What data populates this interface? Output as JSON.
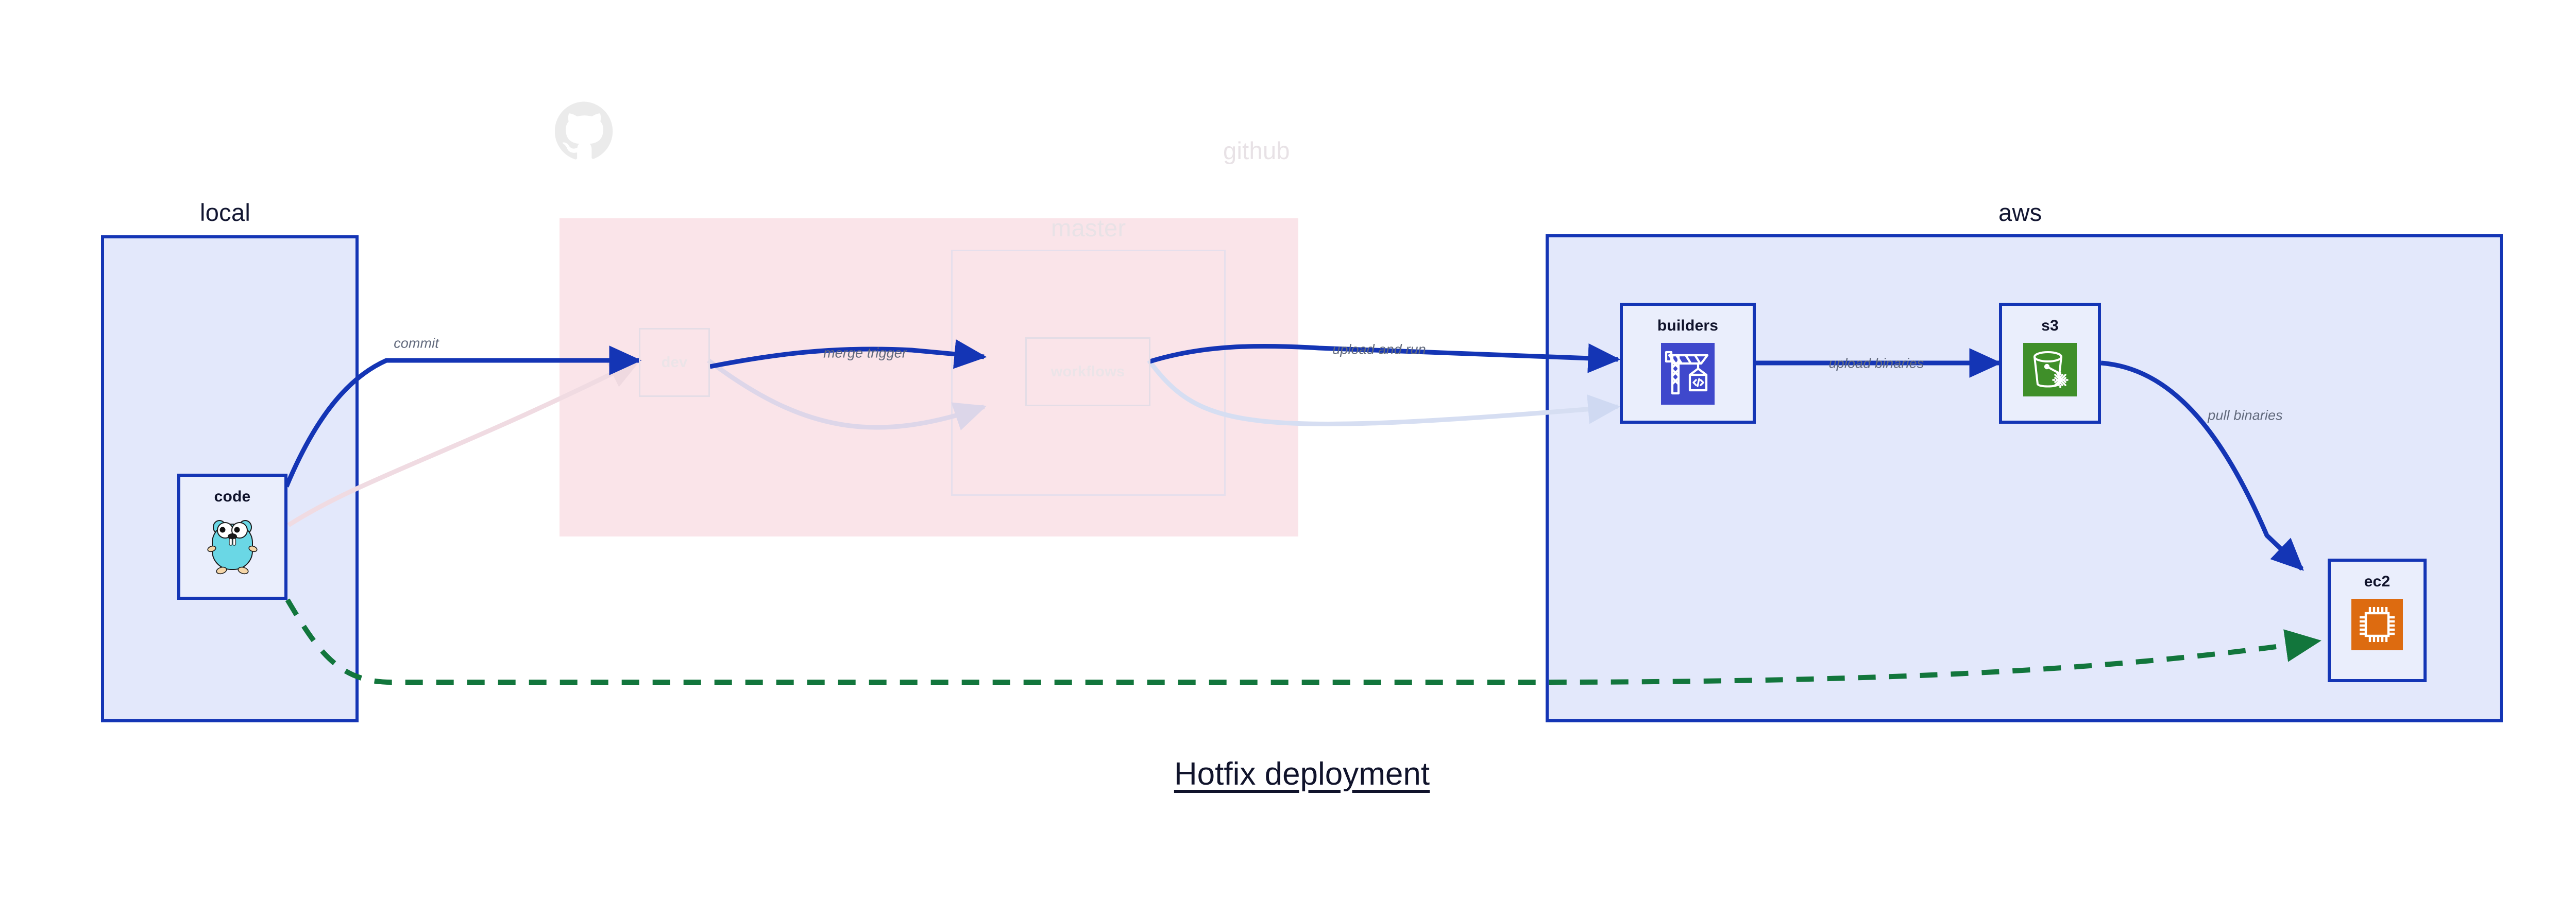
{
  "title": "Hotfix deployment",
  "colors": {
    "cluster_blue_fill": "#e3e8fb",
    "cluster_blue_border": "#1435b5",
    "cluster_pink_fill": "#fae4e9",
    "edge_blue": "#1435b5",
    "edge_green": "#12763c",
    "edge_ghost": "#d9d3e4",
    "label_gray": "#61697c",
    "text_dark": "#10132b",
    "builders_icon_bg": "#3f48cc",
    "s3_icon_bg": "#3f8f29",
    "ec2_icon_bg": "#dd6b10",
    "gopher_body": "#6ad7e5"
  },
  "clusters": [
    {
      "id": "local",
      "label": "local",
      "style": "blue"
    },
    {
      "id": "github",
      "label": "github",
      "style": "pink",
      "faded": true
    },
    {
      "id": "master",
      "label": "master",
      "style": "ghost",
      "faded": true
    },
    {
      "id": "aws",
      "label": "aws",
      "style": "blue"
    }
  ],
  "nodes": [
    {
      "id": "code",
      "label": "code",
      "icon": "go-gopher-icon",
      "state": "active"
    },
    {
      "id": "dev",
      "label": "dev",
      "icon": "none",
      "state": "ghost"
    },
    {
      "id": "workflows",
      "label": "workflows",
      "icon": "none",
      "state": "ghost"
    },
    {
      "id": "builders",
      "label": "builders",
      "icon": "crane-code-icon",
      "state": "active"
    },
    {
      "id": "s3",
      "label": "s3",
      "icon": "bucket-snowflake-icon",
      "state": "active"
    },
    {
      "id": "ec2",
      "label": "ec2",
      "icon": "cpu-chip-icon",
      "state": "active"
    }
  ],
  "edges": [
    {
      "id": "commit",
      "label": "commit",
      "from": "code",
      "to": "dev",
      "style": "solid",
      "color": "#1435b5"
    },
    {
      "id": "merge-trigger",
      "label": "merge trigger",
      "from": "dev",
      "to": "workflows",
      "style": "solid",
      "color": "#1435b5"
    },
    {
      "id": "upload-and-run",
      "label": "upload and run",
      "from": "workflows",
      "to": "builders",
      "style": "solid",
      "color": "#1435b5"
    },
    {
      "id": "upload-binaries",
      "label": "upload binaries",
      "from": "builders",
      "to": "s3",
      "style": "solid",
      "color": "#1435b5"
    },
    {
      "id": "pull-binaries",
      "label": "pull binaries",
      "from": "s3",
      "to": "ec2",
      "style": "solid",
      "color": "#1435b5"
    },
    {
      "id": "hotfix-direct",
      "label": "",
      "from": "code",
      "to": "ec2",
      "style": "dashed",
      "color": "#12763c"
    },
    {
      "id": "ghost-code-dev",
      "label": "",
      "from": "code",
      "to": "dev",
      "style": "ghost",
      "color": "#e8d7dd"
    },
    {
      "id": "ghost-dev-workflows",
      "label": "",
      "from": "dev",
      "to": "workflows",
      "style": "ghost",
      "color": "#ded8e8"
    },
    {
      "id": "ghost-workflows-builders",
      "label": "",
      "from": "workflows",
      "to": "builders",
      "style": "ghost",
      "color": "#dde3f4"
    }
  ]
}
